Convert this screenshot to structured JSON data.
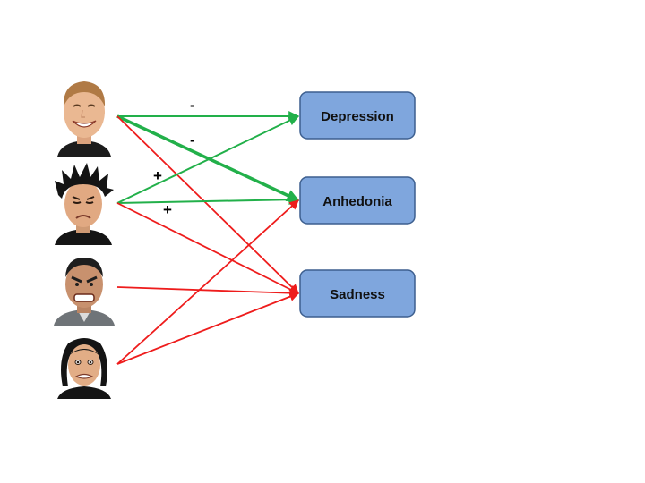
{
  "colors": {
    "negative_link": "#22b04a",
    "positive_link": "#ee1c1c",
    "node_fill": "#7fa6dd",
    "node_stroke": "#3d5f8f",
    "skin": "#e8b48f",
    "hair_dark": "#141414",
    "hair_light": "#b07a45"
  },
  "faces": [
    {
      "emotion": "happy"
    },
    {
      "emotion": "sad"
    },
    {
      "emotion": "angry"
    },
    {
      "emotion": "fearful"
    }
  ],
  "nodes": [
    {
      "label": "Depression"
    },
    {
      "label": "Anhedonia"
    },
    {
      "label": "Sadness"
    }
  ],
  "links": [
    {
      "from": 0,
      "to": 0,
      "kind": "negative"
    },
    {
      "from": 0,
      "to": 1,
      "kind": "negative"
    },
    {
      "from": 0,
      "to": 2,
      "kind": "positive"
    },
    {
      "from": 1,
      "to": 0,
      "kind": "negative"
    },
    {
      "from": 1,
      "to": 1,
      "kind": "negative"
    },
    {
      "from": 1,
      "to": 2,
      "kind": "positive"
    },
    {
      "from": 2,
      "to": 2,
      "kind": "positive"
    },
    {
      "from": 3,
      "to": 1,
      "kind": "positive"
    },
    {
      "from": 3,
      "to": 2,
      "kind": "positive"
    }
  ],
  "signs": [
    {
      "text": "-"
    },
    {
      "text": "-"
    },
    {
      "text": "+"
    },
    {
      "text": "+"
    }
  ]
}
